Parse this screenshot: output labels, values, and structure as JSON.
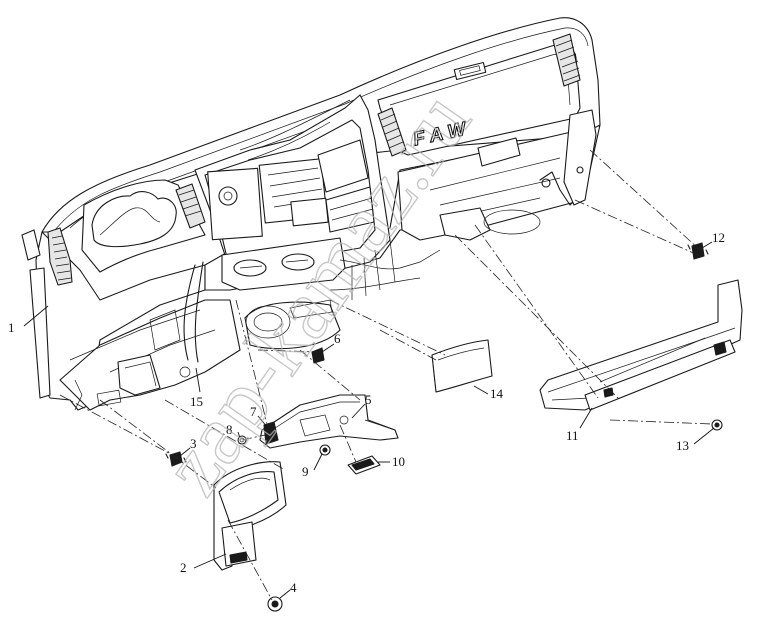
{
  "dashboard": {
    "brand_text": "FAW"
  },
  "watermark": {
    "text": "zap-kamaz.ru"
  },
  "callouts": [
    "1",
    "2",
    "3",
    "4",
    "5",
    "6",
    "7",
    "8",
    "9",
    "10",
    "11",
    "12",
    "13",
    "14",
    "15"
  ]
}
